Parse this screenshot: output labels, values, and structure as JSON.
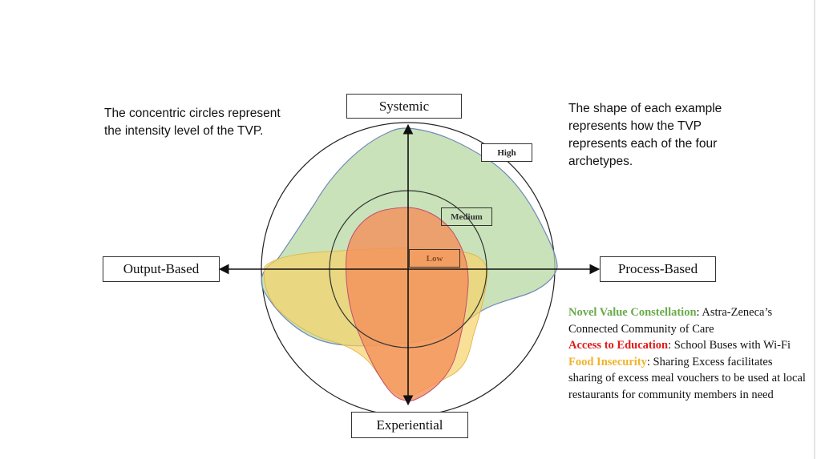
{
  "notes": {
    "left": "The concentric circles represent the intensity level of the TVP.",
    "right": "The shape of each example represents how the TVP represents each of the four archetypes."
  },
  "axes": {
    "top": "Systemic",
    "bottom": "Experiential",
    "left": "Output-Based",
    "right": "Process-Based"
  },
  "levels": {
    "high": "High",
    "medium": "Medium",
    "low": "Low"
  },
  "legend": [
    {
      "key": "Novel Value Constellation",
      "desc": ": Astra-Zeneca’s Connected Community of Care",
      "color": "#6aaa4c"
    },
    {
      "key": "Access to Education",
      "desc": ": School Buses with Wi-Fi",
      "color": "#e01b1b"
    },
    {
      "key": "Food Insecurity",
      "desc": ": Sharing Excess facilitates sharing of excess meal vouchers to be used at local restaurants for community members in need",
      "color": "#f0b32a"
    }
  ]
}
